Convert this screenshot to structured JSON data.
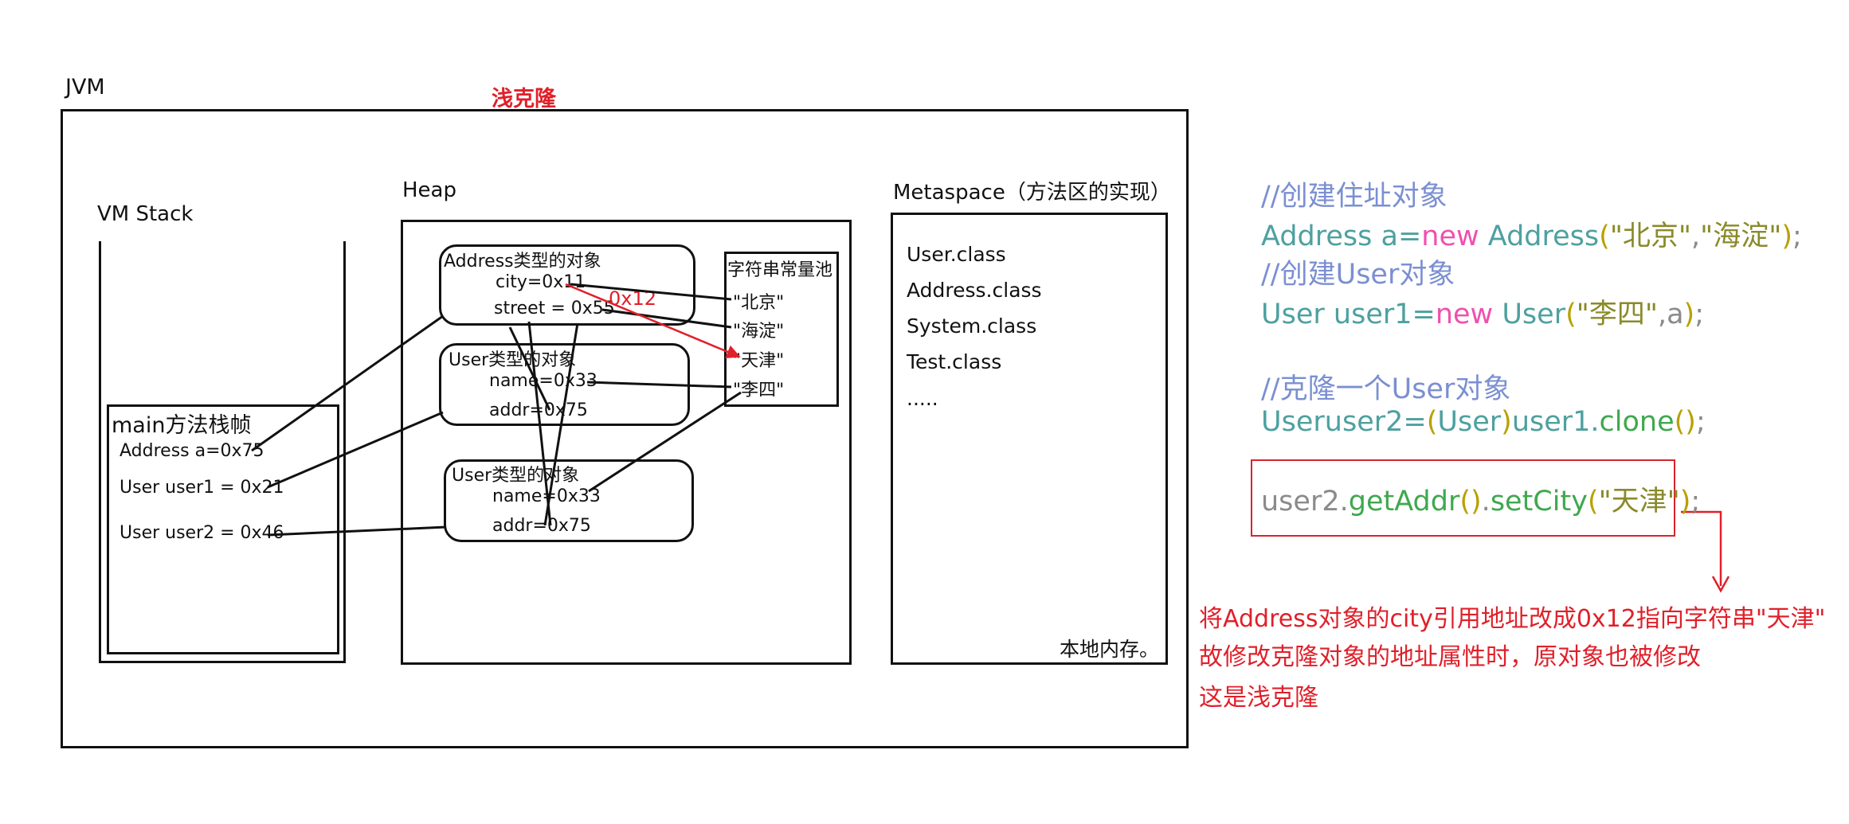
{
  "jvm_label": "JVM",
  "diagram_title": "浅克隆",
  "vm_stack": {
    "label": "VM Stack",
    "frame_title": "main方法栈帧",
    "vars": [
      "Address a=0x75",
      "User user1 = 0x21",
      "User user2 = 0x46"
    ]
  },
  "heap": {
    "label": "Heap",
    "address_obj": {
      "title": "Address类型的对象",
      "city": "city=0x11",
      "street": "street = 0x55"
    },
    "user_obj1": {
      "title": "User类型的对象",
      "name": "name=0x33",
      "addr": "addr=0x75"
    },
    "user_obj2": {
      "title": "User类型的对象",
      "name": "name=0x33",
      "addr": "addr=0x75"
    },
    "new_ref": "0x12",
    "string_pool": {
      "title": "字符串常量池",
      "items": [
        "\"北京\"",
        "\"海淀\"",
        "\"天津\"",
        "\"李四\""
      ]
    }
  },
  "metaspace": {
    "label": "Metaspace（方法区的实现）",
    "items": [
      "User.class",
      "Address.class",
      "System.class",
      "Test.class",
      "....."
    ],
    "footer": "本地内存。"
  },
  "code": {
    "line1_comment": "//创建住址对象",
    "line2": {
      "type": "Address",
      "var": " a=",
      "kw": "new",
      "ctor": " Address",
      "open": "(",
      "arg1": "\"北京\"",
      "comma": ",",
      "arg2": "\"海淀\"",
      "close": ")",
      "end": ";"
    },
    "line3_comment": "//创建User对象",
    "line4": {
      "type": "User",
      "var": " user1=",
      "kw": "new",
      "ctor": " User",
      "open": "(",
      "arg1": "\"李四\"",
      "rest": ",a",
      "close": ")",
      "end": ";"
    },
    "line5_comment": "//克隆一个User对象",
    "line6": {
      "type": "User",
      "var": "user2=",
      "open": "(",
      "cast": "User",
      "close": ")",
      "obj": "user1.",
      "method": "clone",
      "call": "()",
      "end": ";"
    },
    "highlight": {
      "obj": "user2.",
      "m1": "getAddr",
      "p1": "()",
      "dot": ".",
      "m2": "setCity",
      "open": "(",
      "arg": "\"天津\"",
      "close": ")",
      "end": ";"
    }
  },
  "note_lines": [
    "将Address对象的city引用地址改成0x12指向字符串\"天津\"",
    "故修改克隆对象的地址属性时，原对象也被修改",
    "这是浅克隆"
  ],
  "colors": {
    "accent_red": "#e0202a",
    "box_red": "#d8242c"
  }
}
